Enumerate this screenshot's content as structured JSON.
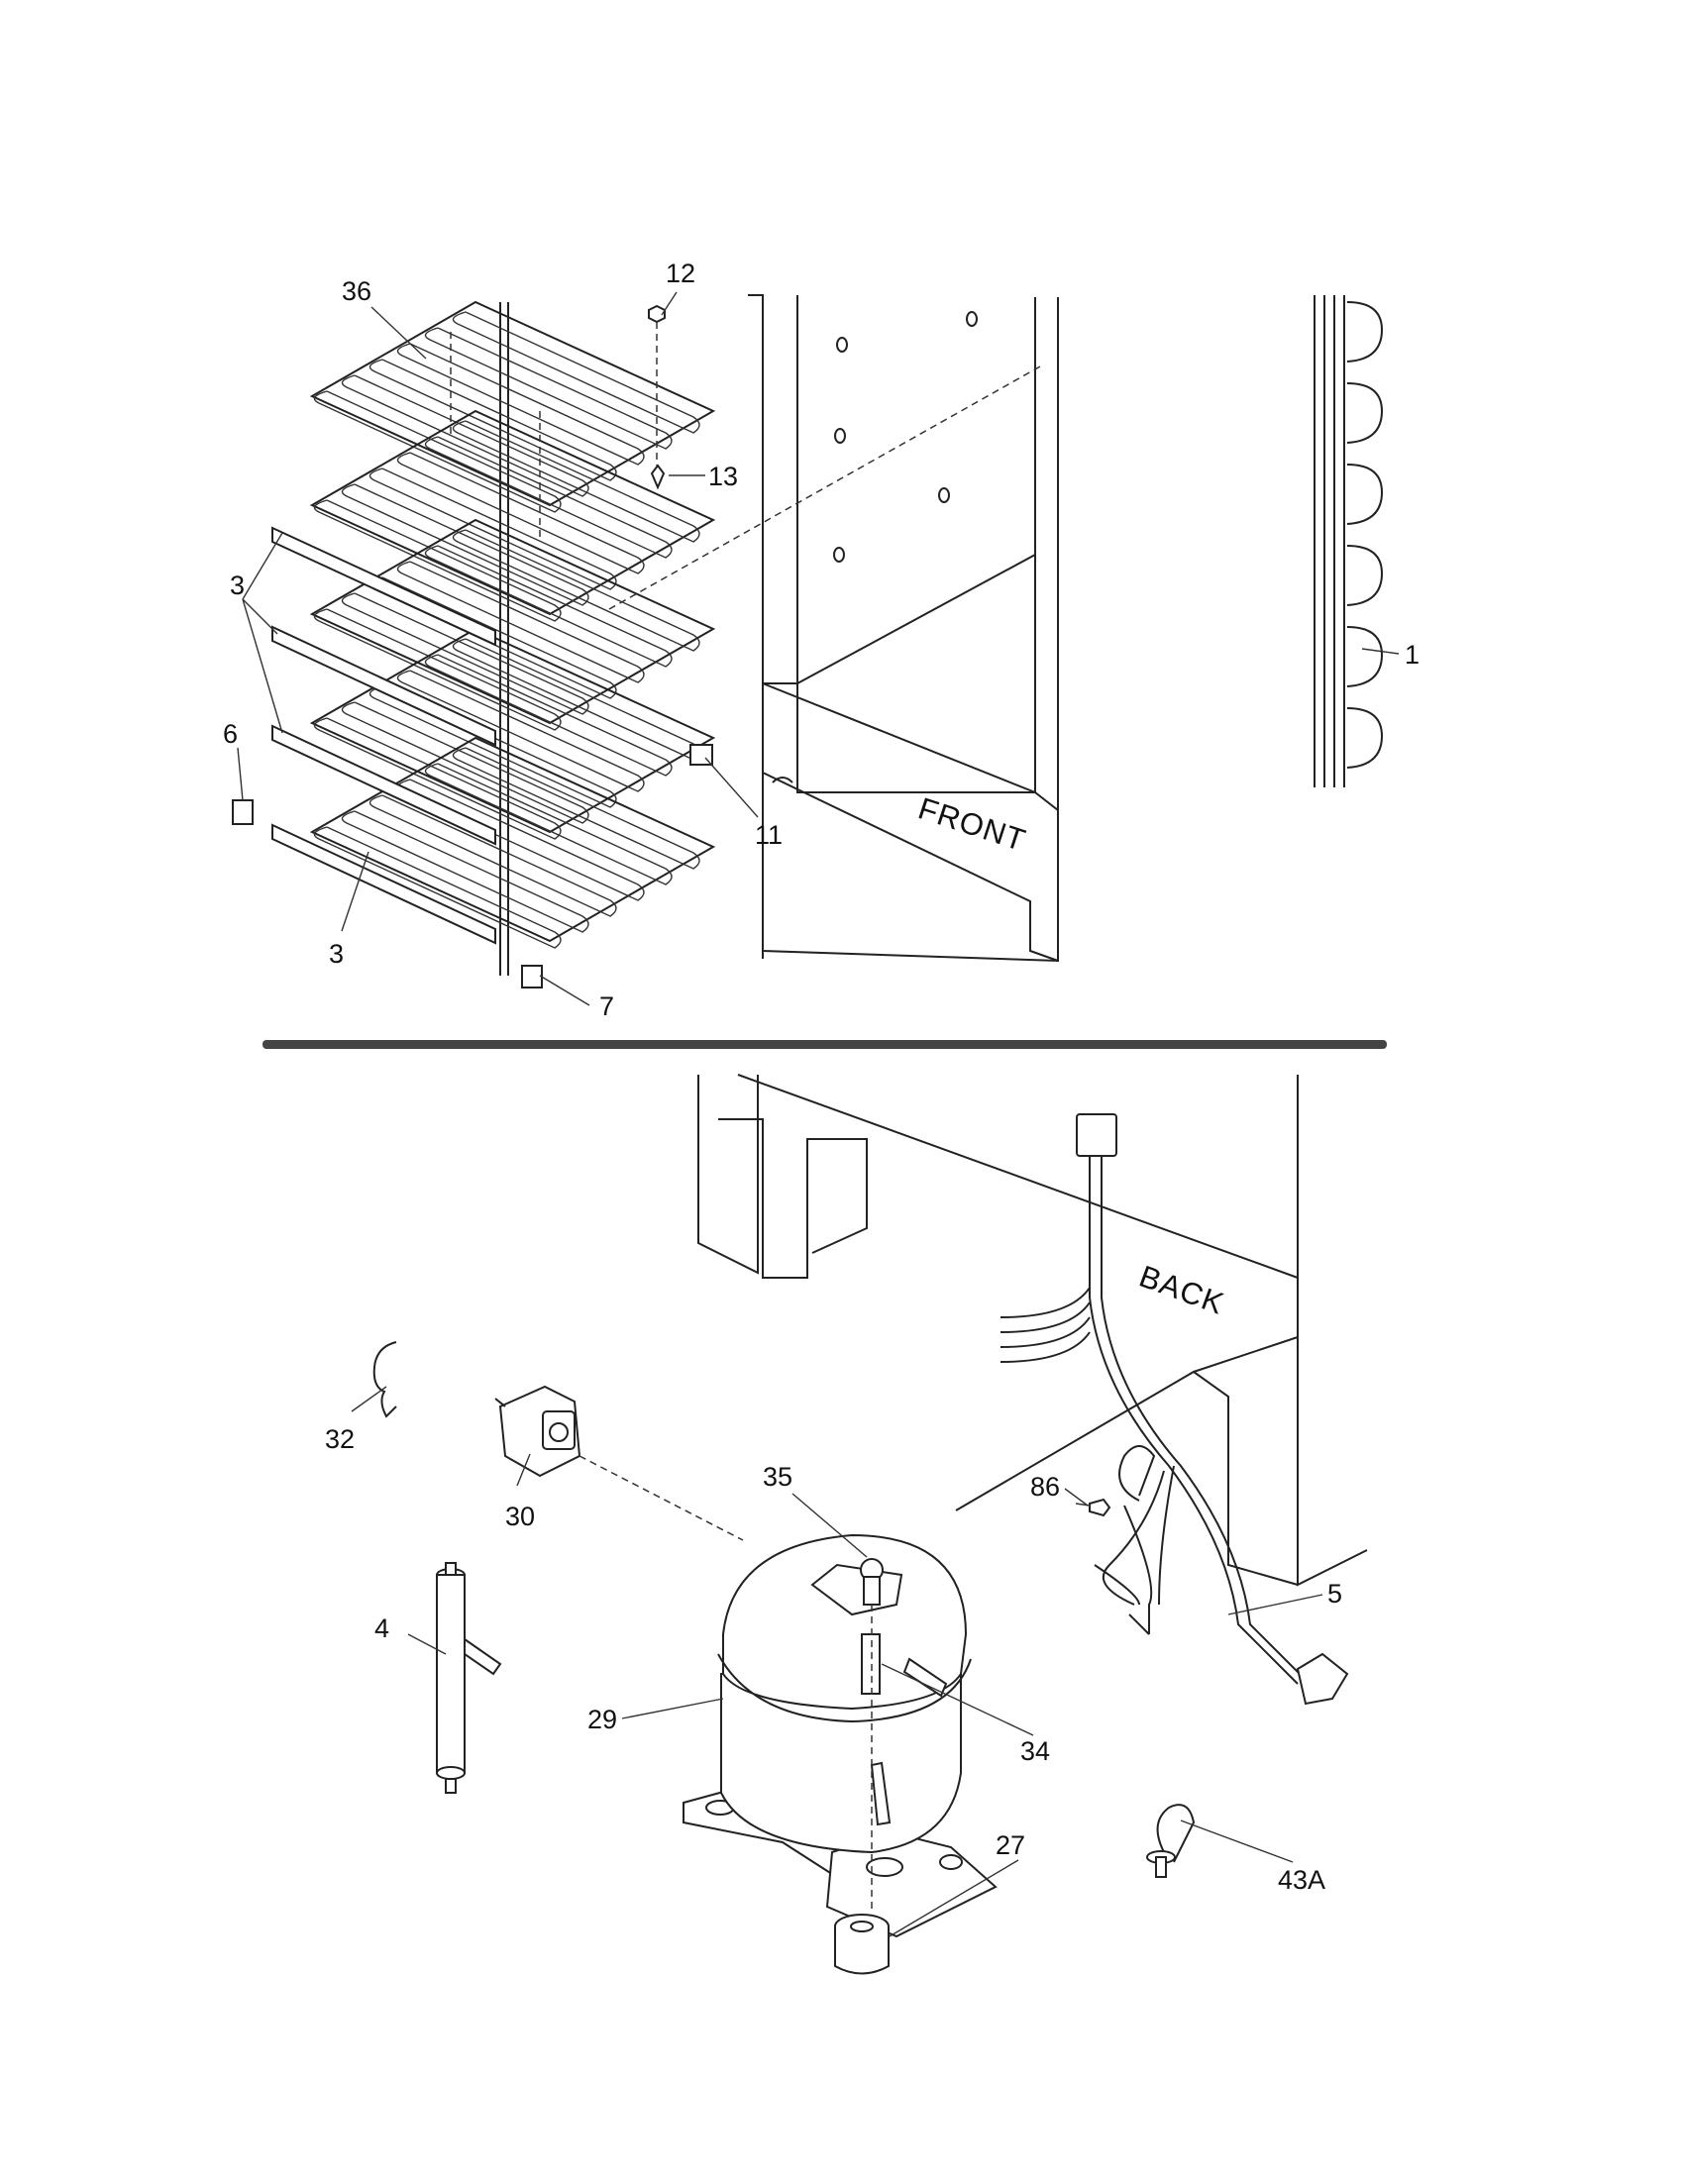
{
  "labels": {
    "p36": "36",
    "p12": "12",
    "p13": "13",
    "p3a": "3",
    "p6": "6",
    "p11": "11",
    "p3b": "3",
    "p7": "7",
    "p1": "1",
    "front": "FRONT",
    "back": "BACK",
    "p32": "32",
    "p30": "30",
    "p35": "35",
    "p86": "86",
    "p5": "5",
    "p4": "4",
    "p29": "29",
    "p34": "34",
    "p27": "27",
    "p43a": "43A"
  }
}
